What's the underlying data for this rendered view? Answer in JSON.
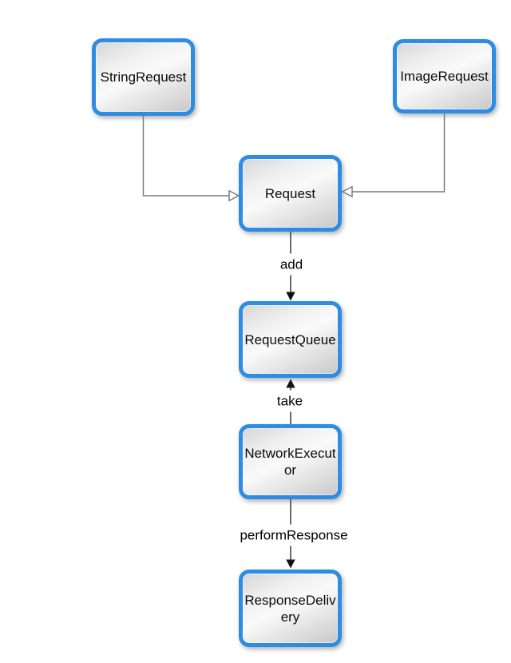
{
  "diagram": {
    "nodes": [
      {
        "label": "StringRequest"
      },
      {
        "label": "ImageRequest"
      },
      {
        "label": "Request"
      },
      {
        "label": "RequestQueue"
      },
      {
        "label": "NetworkExecutor"
      },
      {
        "label": "ResponseDelivery"
      }
    ],
    "edges": [
      {
        "from": "StringRequest",
        "to": "Request",
        "type": "generalization"
      },
      {
        "from": "ImageRequest",
        "to": "Request",
        "type": "generalization"
      },
      {
        "from": "Request",
        "to": "RequestQueue",
        "type": "directed",
        "label": "add"
      },
      {
        "from": "NetworkExecutor",
        "to": "RequestQueue",
        "type": "directed",
        "label": "take"
      },
      {
        "from": "NetworkExecutor",
        "to": "ResponseDelivery",
        "type": "directed",
        "label": "performResponse"
      }
    ],
    "colors": {
      "node_border": "#2e8de2",
      "node_fill_top": "#f5f5f5",
      "node_fill_bottom": "#c8c8c8",
      "connector_gray": "#767676",
      "connector_dark": "#454545",
      "arrowhead": "#121212",
      "label_text": "#000000",
      "background": "#ffffff"
    }
  }
}
